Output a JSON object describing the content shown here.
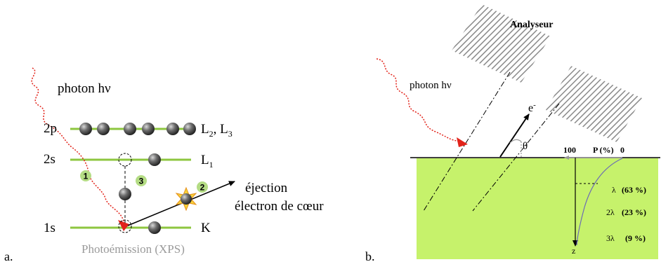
{
  "panel_a": {
    "label": "a.",
    "photon": "photon hν",
    "levels": {
      "2p": "2p",
      "2s": "2s",
      "1s": "1s",
      "L23": "L",
      "L23_sub_a": "2",
      "L23_sep": ", L",
      "L23_sub_b": "3",
      "L1": "L",
      "L1_sub": "1",
      "K": "K"
    },
    "steps": [
      "1",
      "2",
      "3"
    ],
    "ejection_line1": "éjection",
    "ejection_line2": "électron de cœur",
    "caption": "Photoémission (XPS)"
  },
  "panel_b": {
    "label": "b.",
    "analyser": "Analyseur",
    "photon": "photon hν",
    "electron": "e",
    "electron_sup": "-",
    "theta": "θ",
    "p_axis": {
      "left": "100",
      "title": "P (%)",
      "right": "0"
    },
    "depths": [
      {
        "label": "λ",
        "value": "(63 %)"
      },
      {
        "label": "2λ",
        "value": "(23 %)"
      },
      {
        "label": "3λ",
        "value": "(9 %)"
      }
    ],
    "z": "z"
  },
  "colors": {
    "level_line": "#8dc63f",
    "surface": "#c6f26b",
    "photon": "#e2231a",
    "step_badge": "#b4dc84",
    "hatch": "#8a8a8a"
  }
}
